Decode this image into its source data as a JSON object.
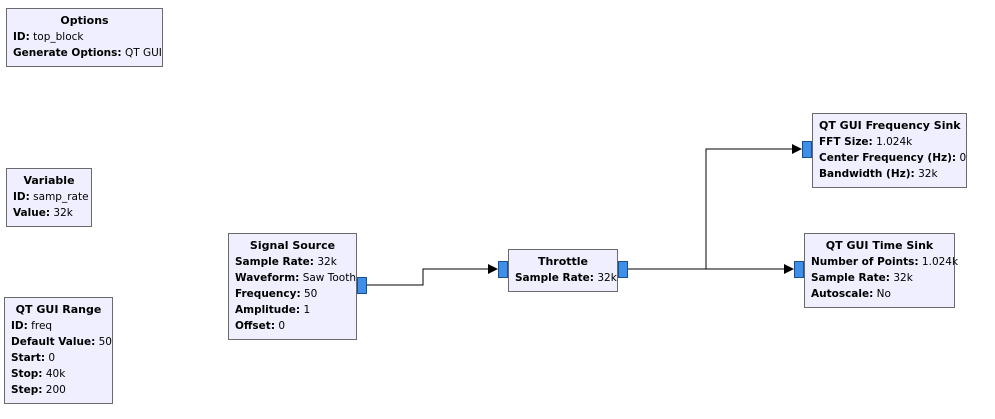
{
  "options": {
    "title": "Options",
    "rows": [
      {
        "k": "ID:",
        "v": "top_block"
      },
      {
        "k": "Generate Options:",
        "v": "QT GUI"
      }
    ]
  },
  "variable": {
    "title": "Variable",
    "rows": [
      {
        "k": "ID:",
        "v": "samp_rate"
      },
      {
        "k": "Value:",
        "v": "32k"
      }
    ]
  },
  "range": {
    "title": "QT GUI Range",
    "rows": [
      {
        "k": "ID:",
        "v": "freq"
      },
      {
        "k": "Default Value:",
        "v": "50"
      },
      {
        "k": "Start:",
        "v": "0"
      },
      {
        "k": "Stop:",
        "v": "40k"
      },
      {
        "k": "Step:",
        "v": "200"
      }
    ]
  },
  "signal_source": {
    "title": "Signal Source",
    "rows": [
      {
        "k": "Sample Rate:",
        "v": "32k"
      },
      {
        "k": "Waveform:",
        "v": "Saw Tooth"
      },
      {
        "k": "Frequency:",
        "v": "50"
      },
      {
        "k": "Amplitude:",
        "v": "1"
      },
      {
        "k": "Offset:",
        "v": "0"
      }
    ]
  },
  "throttle": {
    "title": "Throttle",
    "rows": [
      {
        "k": "Sample Rate:",
        "v": "32k"
      }
    ]
  },
  "freq_sink": {
    "title": "QT GUI Frequency Sink",
    "rows": [
      {
        "k": "FFT Size:",
        "v": "1.024k"
      },
      {
        "k": "Center Frequency (Hz):",
        "v": "0"
      },
      {
        "k": "Bandwidth (Hz):",
        "v": "32k"
      }
    ]
  },
  "time_sink": {
    "title": "QT GUI Time Sink",
    "rows": [
      {
        "k": "Number of Points:",
        "v": "1.024k"
      },
      {
        "k": "Sample Rate:",
        "v": "32k"
      },
      {
        "k": "Autoscale:",
        "v": "No"
      }
    ]
  }
}
